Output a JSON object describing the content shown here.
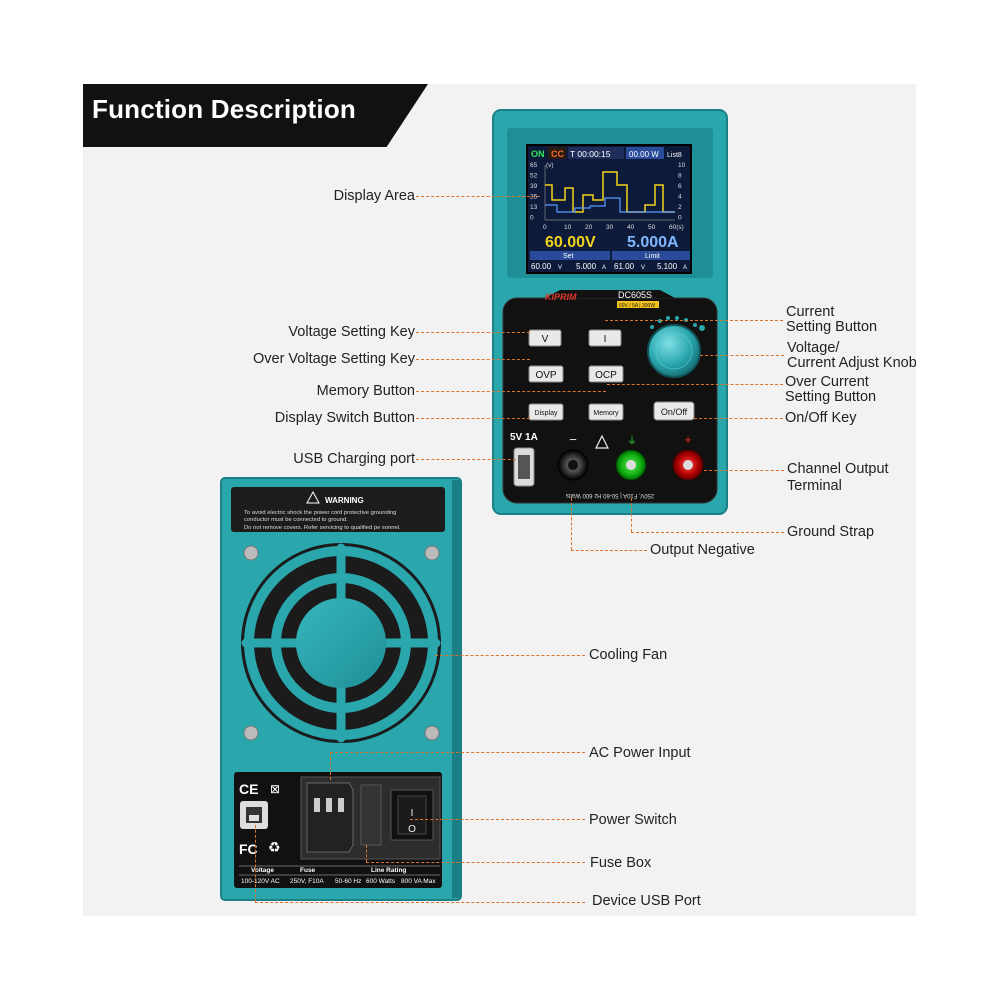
{
  "title": "Function Description",
  "front_panel": {
    "screen": {
      "status_on": "ON",
      "status_cc": "CC",
      "timer": "T 00:00:15",
      "power": "00.00 W",
      "list": "List8",
      "y_left_ticks": [
        "65",
        "52",
        "39",
        "26",
        "13",
        "0"
      ],
      "y_left_unit": "(v)",
      "y_right_ticks": [
        "10",
        "8",
        "6",
        "4",
        "2",
        "0"
      ],
      "x_ticks": [
        "0",
        "10",
        "20",
        "30",
        "40",
        "50",
        "60(s)"
      ],
      "voltage": "60.00V",
      "current": "5.000A",
      "set_label": "Set",
      "limit_label": "Limit",
      "set_v": "60.00",
      "set_a": "5.000",
      "limit_v": "61.00",
      "limit_a": "5.100",
      "unit_v": "V",
      "unit_a": "A"
    },
    "brand": "KIPRIM",
    "model": "DC605S",
    "model_sub": "60V / 5A | 300W",
    "keys": {
      "v": "V",
      "i": "I",
      "ovp": "OVP",
      "ocp": "OCP",
      "display": "Display",
      "memory": "Memory",
      "onoff": "On/Off"
    },
    "usb_rating": "5V 1A",
    "minus": "−",
    "plus": "+",
    "bottom_text": "250V, F10A | 50-60 Hz 600 Watts"
  },
  "back_panel": {
    "warning_title": "WARNING",
    "warning_line1": "To avoid electric shock the power cord protective grounding",
    "warning_line2": "conductor must be connected to ground.",
    "warning_line3": "Do not remove covers. Refer servicing to qualified pe sonnel.",
    "ce": "CE",
    "fc": "FC",
    "switch_on": "I",
    "switch_off": "O",
    "table_headers": [
      "Voltage",
      "Fuse",
      "Line Rating"
    ],
    "table_values": [
      "100-120V AC",
      "250V, F10A",
      "50-60 Hz",
      "600 Watts",
      "800 VA Max"
    ]
  },
  "labels": {
    "display_area": "Display Area",
    "voltage_setting_key": "Voltage Setting Key",
    "over_voltage_setting_key": "Over Voltage Setting Key",
    "memory_button": "Memory Button",
    "display_switch_button": "Display Switch Button",
    "usb_charging_port": "USB Charging port",
    "current_setting_1": "Current",
    "current_setting_2": "Setting Button",
    "voltage_adjust_1": "Voltage/",
    "voltage_adjust_2": "Current Adjust Knob",
    "over_current_1": "Over Current",
    "over_current_2": "Setting Button",
    "onoff_key": "On/Off Key",
    "channel_output_1": "Channel Output",
    "channel_output_2": "Terminal",
    "ground_strap": "Ground Strap",
    "output_negative": "Output Negative",
    "cooling_fan": "Cooling Fan",
    "ac_power_input": "AC Power Input",
    "power_switch": "Power Switch",
    "fuse_box": "Fuse Box",
    "device_usb_port": "Device USB Port"
  },
  "colors": {
    "teal": "#2aa6ad",
    "teal_dark": "#1c7f86",
    "leader": "#d9742a",
    "screen_bg": "#0e1a3a"
  }
}
